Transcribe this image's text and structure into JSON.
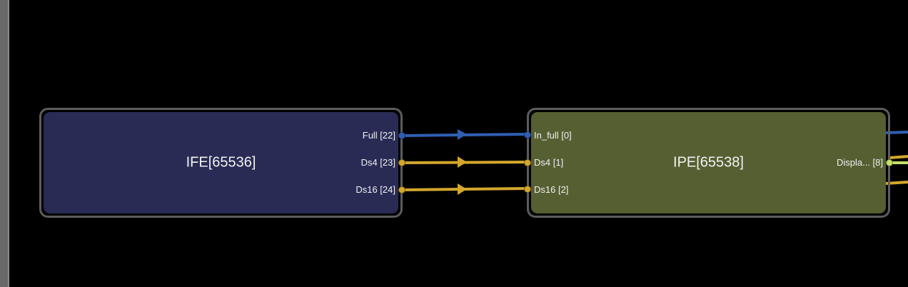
{
  "colors": {
    "background": "#000000",
    "node_border": "#5c5c5c",
    "wire_blue": "#2f5fb3",
    "wire_yellow": "#d4a72c",
    "wire_lime": "#c6e06b",
    "text": "#f0f0f0"
  },
  "nodes": {
    "ife": {
      "title": "IFE[65536]",
      "fill": "#292b55",
      "outputs": [
        "Full [22]",
        "Ds4 [23]",
        "Ds16 [24]"
      ]
    },
    "ipe": {
      "title": "IPE[65538]",
      "fill": "#555f32",
      "inputs": [
        "In_full [0]",
        "Ds4 [1]",
        "Ds16 [2]"
      ],
      "outputs": [
        "Displa... [8]"
      ]
    }
  },
  "links": [
    {
      "from": "Full [22]",
      "to": "In_full [0]",
      "color": "wire_blue"
    },
    {
      "from": "Ds4 [23]",
      "to": "Ds4 [1]",
      "color": "wire_yellow"
    },
    {
      "from": "Ds16 [24]",
      "to": "Ds16 [2]",
      "color": "wire_yellow"
    }
  ]
}
